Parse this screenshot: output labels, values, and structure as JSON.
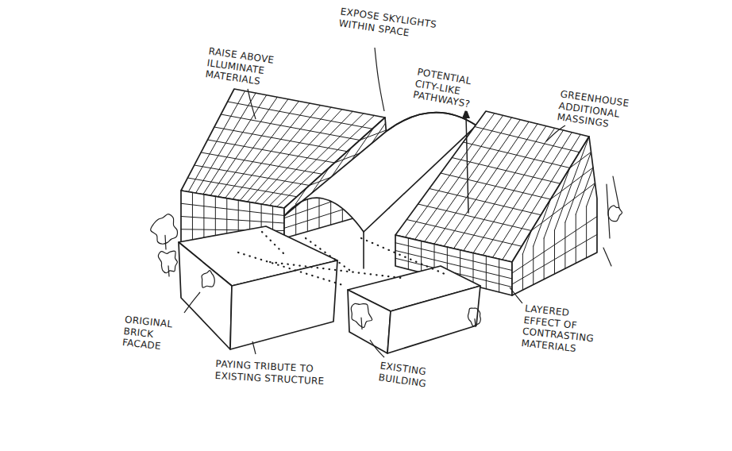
{
  "diagram": {
    "labels": [
      "RAISE ABOVE ILLUMINATE MATERIALS",
      "EXPOSE SKYLIGHTS WITHIN SPACE",
      "POTENTIAL CITY-LIKE PATHWAYS?",
      "GREENHOUSE ADDITIONAL MASSINGS",
      "LAYERED EFFECT OF CONTRASTING MATERIALS",
      "ORIGINAL BRICK FACADE",
      "PAYING TRIBUTE TO EXISTING STRUCTURE",
      "EXISTING BUILDING"
    ]
  }
}
